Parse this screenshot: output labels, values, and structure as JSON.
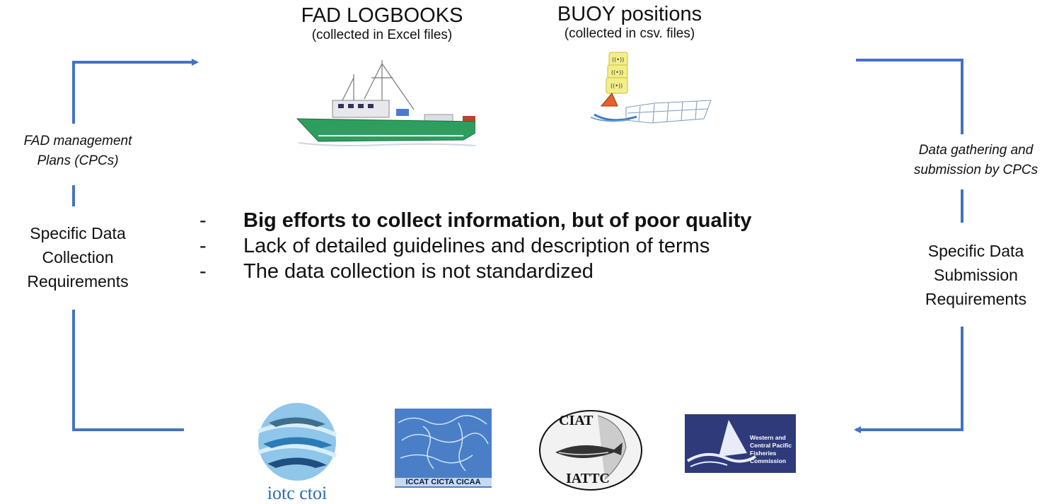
{
  "top_left": {
    "title": "FAD LOGBOOKS",
    "subtitle": "(collected in Excel files)"
  },
  "top_right": {
    "title": "BUOY positions",
    "subtitle": "(collected in csv. files)"
  },
  "left": {
    "process_line1": "FAD management",
    "process_line2": "Plans (CPCs)",
    "req_line1": "Specific Data",
    "req_line2": "Collection",
    "req_line3": "Requirements"
  },
  "right": {
    "process_line1": "Data gathering and",
    "process_line2": "submission by CPCs",
    "req_line1": "Specific Data",
    "req_line2": "Submission",
    "req_line3": "Requirements"
  },
  "bullets": [
    {
      "dash": "-",
      "text": "Big efforts to collect information, but of poor quality",
      "bold": true
    },
    {
      "dash": "-",
      "text": "Lack of detailed guidelines and description of terms",
      "bold": false
    },
    {
      "dash": "-",
      "text": "The data collection is not standardized",
      "bold": false
    }
  ],
  "logos": {
    "iotc": "iotc ctoi",
    "iccat": "ICCAT  CICTA  CICAA",
    "iattc_top": "CIAT",
    "iattc_bottom": "IATTC",
    "wcpfc_line1": "Western and",
    "wcpfc_line2": "Central Pacific",
    "wcpfc_line3": "Fisheries",
    "wcpfc_line4": "Commission"
  },
  "colors": {
    "arrow": "#4472C4",
    "hull": "#2e9e5e",
    "wcpfc_bg": "#2f3a7a",
    "iccat_bg": "#4a7fc8"
  }
}
